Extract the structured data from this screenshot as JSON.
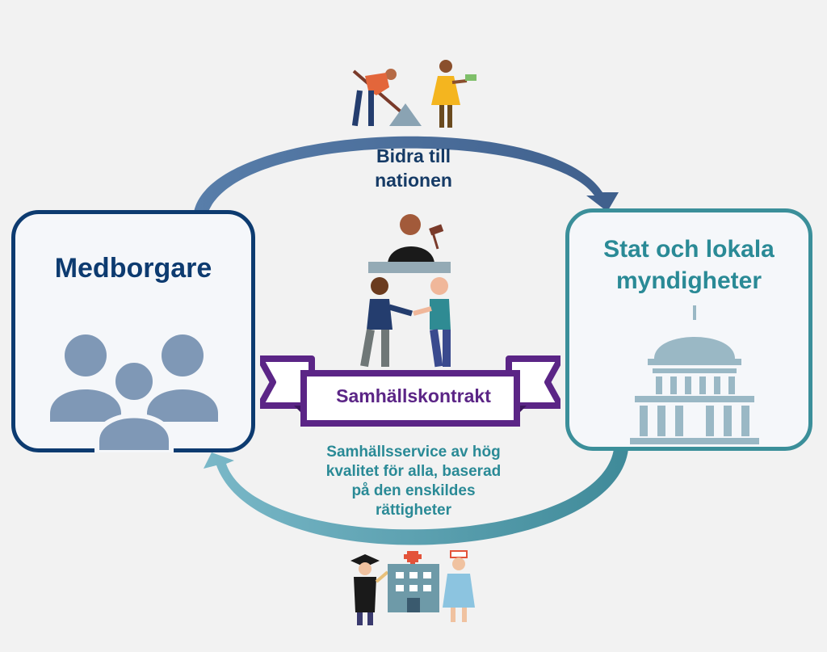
{
  "citizens": {
    "title": "Medborgare",
    "icon": "people-group-icon"
  },
  "authorities": {
    "title_line1": "Stat och lokala",
    "title_line2": "myndigheter",
    "icon": "capitol-building-icon"
  },
  "top_flow": {
    "line1": "Bidra till",
    "line2": "nationen",
    "icons": [
      "worker-digging-icon",
      "person-paying-icon"
    ]
  },
  "center": {
    "label": "Samhällskontrakt",
    "icons": [
      "judge-gavel-icon",
      "handshake-icon"
    ]
  },
  "bottom_flow": {
    "line1": "Samhällsservice av hög",
    "line2": "kvalitet för alla, baserad",
    "line3": "på den enskildes",
    "line4": "rättigheter",
    "icons": [
      "graduate-icon",
      "hospital-icon",
      "nurse-icon"
    ]
  },
  "colors": {
    "navy": "#0d3b70",
    "teal": "#2a8a96",
    "purple": "#5b2586",
    "figure": "#7f98b6"
  }
}
